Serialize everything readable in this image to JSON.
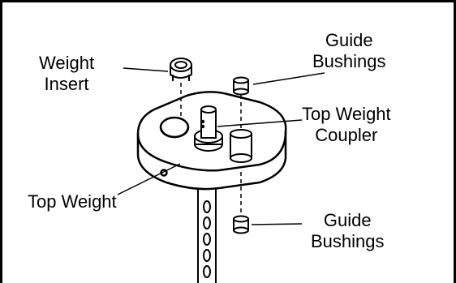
{
  "diagram": {
    "labels": {
      "weight_insert": [
        "Weight",
        "Insert"
      ],
      "guide_bushings_top": [
        "Guide",
        "Bushings"
      ],
      "top_weight_coupler": [
        "Top Weight",
        "Coupler"
      ],
      "top_weight": "Top Weight",
      "guide_bushings_bottom": [
        "Guide",
        "Bushings"
      ]
    }
  }
}
